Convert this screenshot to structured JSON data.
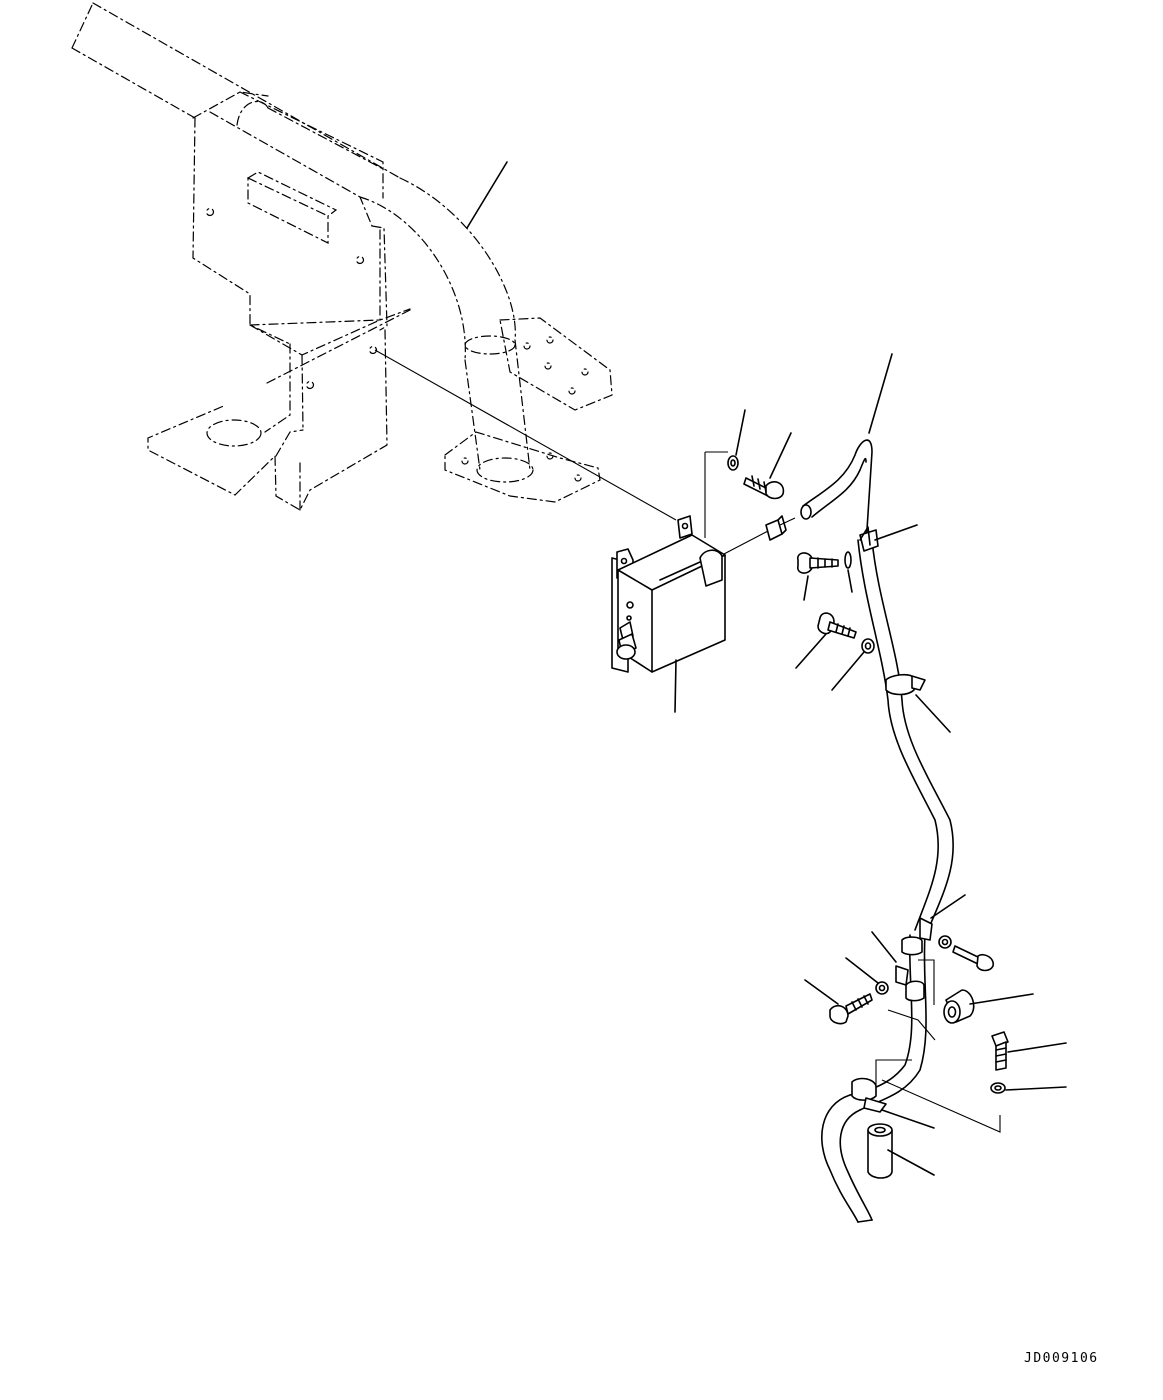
{
  "drawing": {
    "code": "JD009106"
  },
  "components": [
    {
      "name": "frame-ghost"
    },
    {
      "name": "handrail-pipe"
    },
    {
      "name": "control-box"
    },
    {
      "name": "tube-line"
    },
    {
      "name": "clamps"
    },
    {
      "name": "bolts"
    },
    {
      "name": "washers"
    },
    {
      "name": "spacers"
    }
  ],
  "colors": {
    "line": "#000000",
    "background": "#ffffff"
  }
}
